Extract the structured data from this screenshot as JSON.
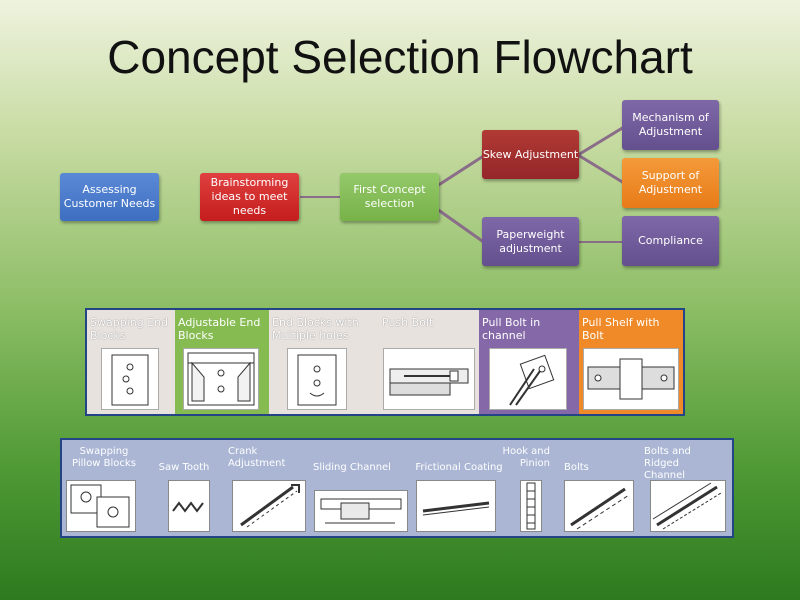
{
  "title": "Concept Selection Flowchart",
  "nodes": {
    "assessing": "Assessing Customer Needs",
    "brainstorming": "Brainstorming ideas to meet needs",
    "first_concept": "First Concept selection",
    "skew": "Skew Adjustment",
    "paperweight": "Paperweight adjustment",
    "mechanism": "Mechanism of Adjustment",
    "support": "Support of Adjustment",
    "compliance": "Compliance"
  },
  "row1": [
    "Swapping End Blocks",
    "Adjustable End Blocks",
    "End Blocks with Multiple holes",
    "Push Bolt",
    "Pull Bolt in channel",
    "Pull Shelf with Bolt"
  ],
  "row2": [
    "Swapping Pillow Blocks",
    "Saw Tooth",
    "Crank Adjustment",
    "Sliding Channel",
    "Frictional Coating",
    "Hook and Pinion",
    "Bolts",
    "Bolts and Ridged Channel"
  ],
  "colors": {
    "blue": "#4a7bd0",
    "red": "#d42828",
    "green": "#85bd58",
    "dark_red": "#a3302e",
    "orange": "#f08a28",
    "purple": "#6f5a9b",
    "table_border": "#234585"
  }
}
